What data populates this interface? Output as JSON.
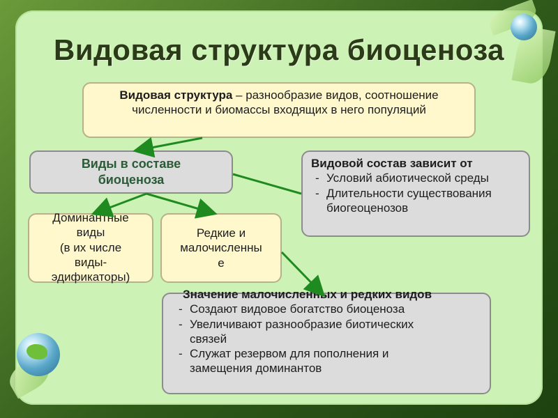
{
  "title": "Видовая структура биоценоза",
  "definition": {
    "term": "Видовая структура",
    "text": " – разнообразие видов, соотношение численности и биомассы входящих в него популяций"
  },
  "species_box": {
    "line1": "Виды в составе",
    "line2": "биоценоза"
  },
  "dependency_box": {
    "heading": "Видовой состав зависит от",
    "items": [
      "Условий абиотической среды",
      "Длительности существования биогеоценозов"
    ]
  },
  "dominant_box": {
    "lines": [
      "Доминантные",
      "виды",
      "(в их числе",
      "виды-",
      "эдификаторы)"
    ]
  },
  "rare_box": {
    "lines": [
      "Редкие и",
      "малочисленны",
      "е"
    ]
  },
  "significance_box": {
    "heading": "Значение малочисленных и редких видов",
    "items": [
      "Создают видовое богатство биоценоза",
      "Увеличивают разнообразие биотических связей",
      "Служат резервом для пополнения и замещения доминантов"
    ]
  },
  "colors": {
    "arrow": "#1f8a1f",
    "panel": "#cdf2b6",
    "yellow_box": "#fff8cc",
    "grey_box": "#dcdcdc",
    "accent_text": "#2a5a36"
  },
  "decor": {
    "top_right": "leaf-globe-icon",
    "bottom_left": "globe-icon"
  }
}
